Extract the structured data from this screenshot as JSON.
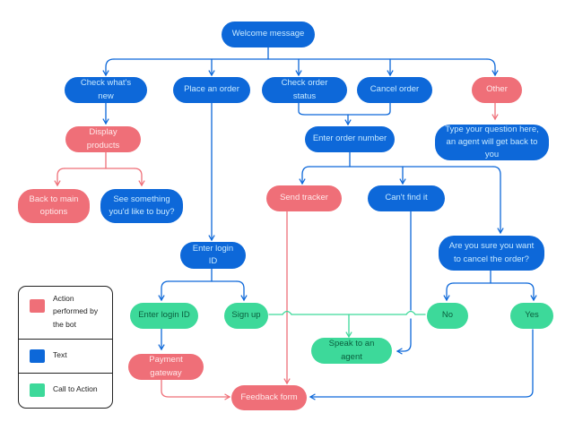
{
  "nodes": {
    "welcome": "Welcome message",
    "check_whats_new": "Check what's new",
    "place_order": "Place an order",
    "check_status": "Check order status",
    "cancel_order": "Cancel order",
    "other": "Other",
    "display_products": "Display products",
    "enter_order_number": "Enter order number",
    "type_question": "Type your question here, an agent will get back to you",
    "back_to_main": "Back to main options",
    "see_something": "See something you'd like to buy?",
    "send_tracker": "Send tracker",
    "cant_find": "Can't find it",
    "are_you_sure": "Are you sure you want to cancel the order?",
    "enter_login_1": "Enter login ID",
    "enter_login_2": "Enter login ID",
    "sign_up": "Sign up",
    "no": "No",
    "yes": "Yes",
    "speak_agent": "Speak to an agent",
    "payment_gateway": "Payment gateway",
    "feedback_form": "Feedback form"
  },
  "legend": [
    {
      "label": "Action performed by the bot",
      "color": "#ef6f78"
    },
    {
      "label": "Text",
      "color": "#0d68d9"
    },
    {
      "label": "Call to Action",
      "color": "#3dd99a"
    }
  ],
  "colors": {
    "text_node": "#0d68d9",
    "bot_action": "#ef6f78",
    "call_to_action": "#3dd99a"
  }
}
